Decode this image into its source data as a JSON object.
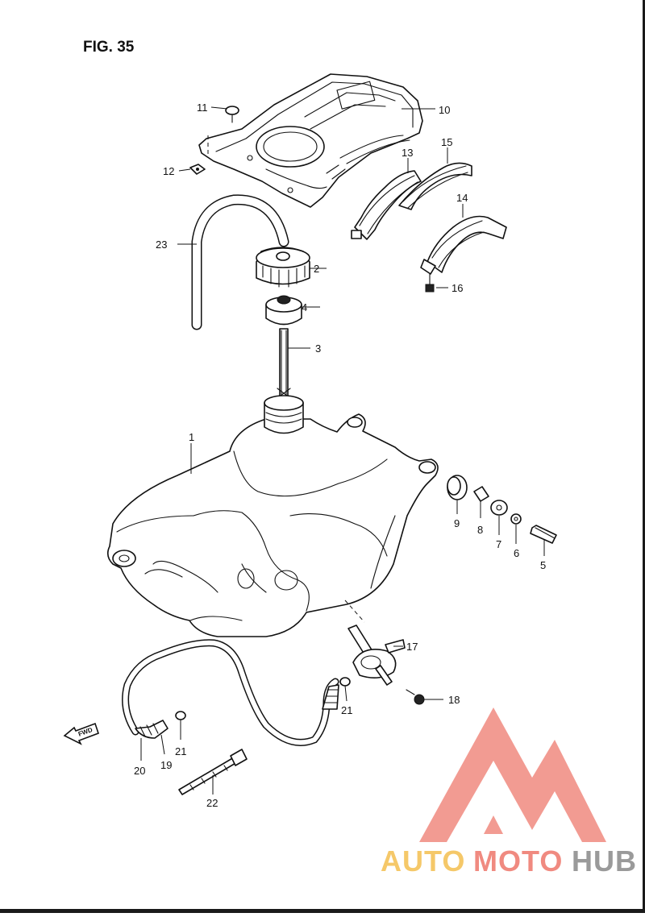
{
  "figure": {
    "title": "FIG. 35"
  },
  "fwd_label": "FWD",
  "watermark": {
    "brand_auto": "AUTO",
    "brand_moto": "MOTO",
    "brand_hub": "HUB",
    "color_primary": "#f08a80",
    "color_secondary": "#f5c869",
    "color_dark": "#9a9a9a"
  },
  "callouts": {
    "c1": "1",
    "c2": "2",
    "c3": "3",
    "c4": "4",
    "c5": "5",
    "c6": "6",
    "c7": "7",
    "c8": "8",
    "c9": "9",
    "c10": "10",
    "c11": "11",
    "c12": "12",
    "c13": "13",
    "c14": "14",
    "c15": "15",
    "c16": "16",
    "c17": "17",
    "c18": "18",
    "c19": "19",
    "c20": "20",
    "c21a": "21",
    "c21b": "21",
    "c22": "22",
    "c23": "23"
  }
}
